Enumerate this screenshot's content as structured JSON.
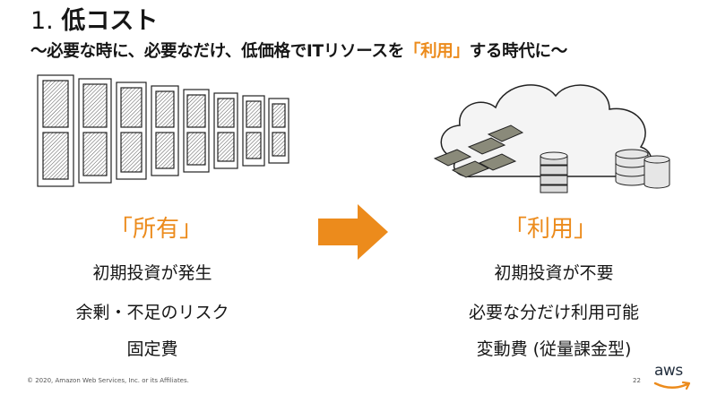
{
  "slide": {
    "title_number": "1.",
    "title_main": "低コスト",
    "subtitle_pre": "〜必要な時に、必要なだけ、低価格でITリソースを",
    "subtitle_highlight": "「利用」",
    "subtitle_post": "する時代に〜"
  },
  "left": {
    "heading": "「所有」",
    "items": [
      "初期投資が発生",
      "余剰・不足のリスク",
      "固定費"
    ]
  },
  "right": {
    "heading": "「利用」",
    "items": [
      "初期投資が不要",
      "必要な分だけ利用可能",
      "変動費 (従量課金型)"
    ]
  },
  "footer": {
    "copyright": "© 2020, Amazon Web Services, Inc. or its Affiliates.",
    "page_number": "22",
    "logo_text": "aws"
  },
  "colors": {
    "accent": "#ec8b1c",
    "text": "#161616"
  },
  "icons": [
    "server-rack-icon",
    "cloud-icon",
    "arrow-right-icon",
    "aws-logo-icon"
  ]
}
